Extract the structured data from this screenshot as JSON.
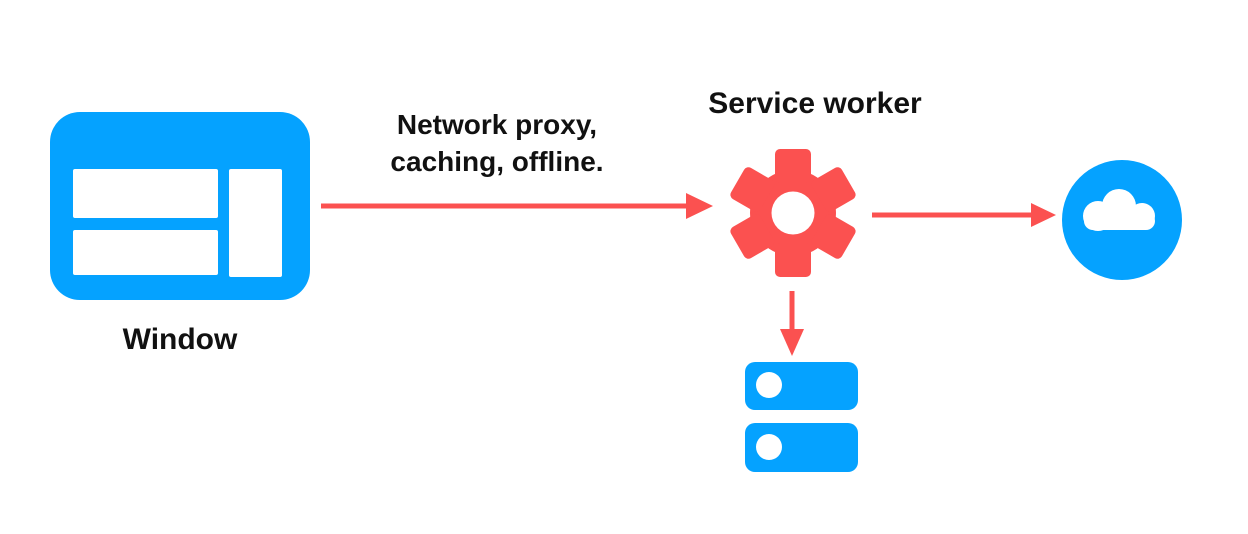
{
  "colors": {
    "blue": "#05a2ff",
    "red": "#fb5150",
    "text": "#111111",
    "background": "#ffffff"
  },
  "nodes": {
    "window": {
      "label": "Window",
      "icon": "browser-window-icon"
    },
    "service_worker": {
      "label": "Service worker",
      "icon": "gear-icon"
    },
    "network": {
      "icon": "cloud-icon"
    },
    "cache_storage": {
      "icon": "database-icon"
    }
  },
  "edges": [
    {
      "from": "window",
      "to": "service_worker",
      "label": "Network proxy, caching, offline."
    },
    {
      "from": "service_worker",
      "to": "network"
    },
    {
      "from": "service_worker",
      "to": "cache_storage"
    }
  ]
}
